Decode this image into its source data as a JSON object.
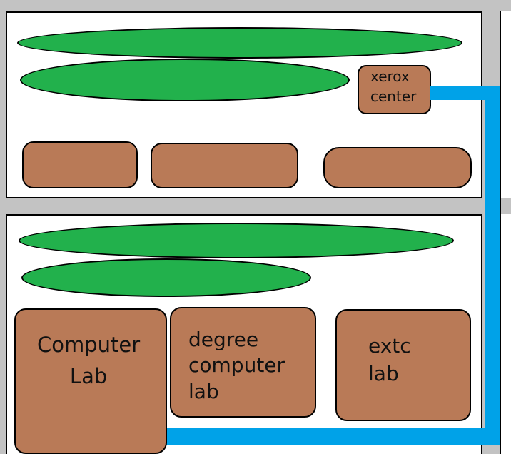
{
  "rooms": {
    "xerox_center": "xerox\ncenter",
    "computer_lab": "Computer\nLab",
    "degree_computer_lab": "degree\ncomputer\nlab",
    "extc_lab": "extc\nlab"
  },
  "colors": {
    "corridor": "#c3c3c3",
    "green_block": "#22b14c",
    "room": "#b97a57",
    "path": "#00a2e8",
    "background": "#ffffff"
  }
}
